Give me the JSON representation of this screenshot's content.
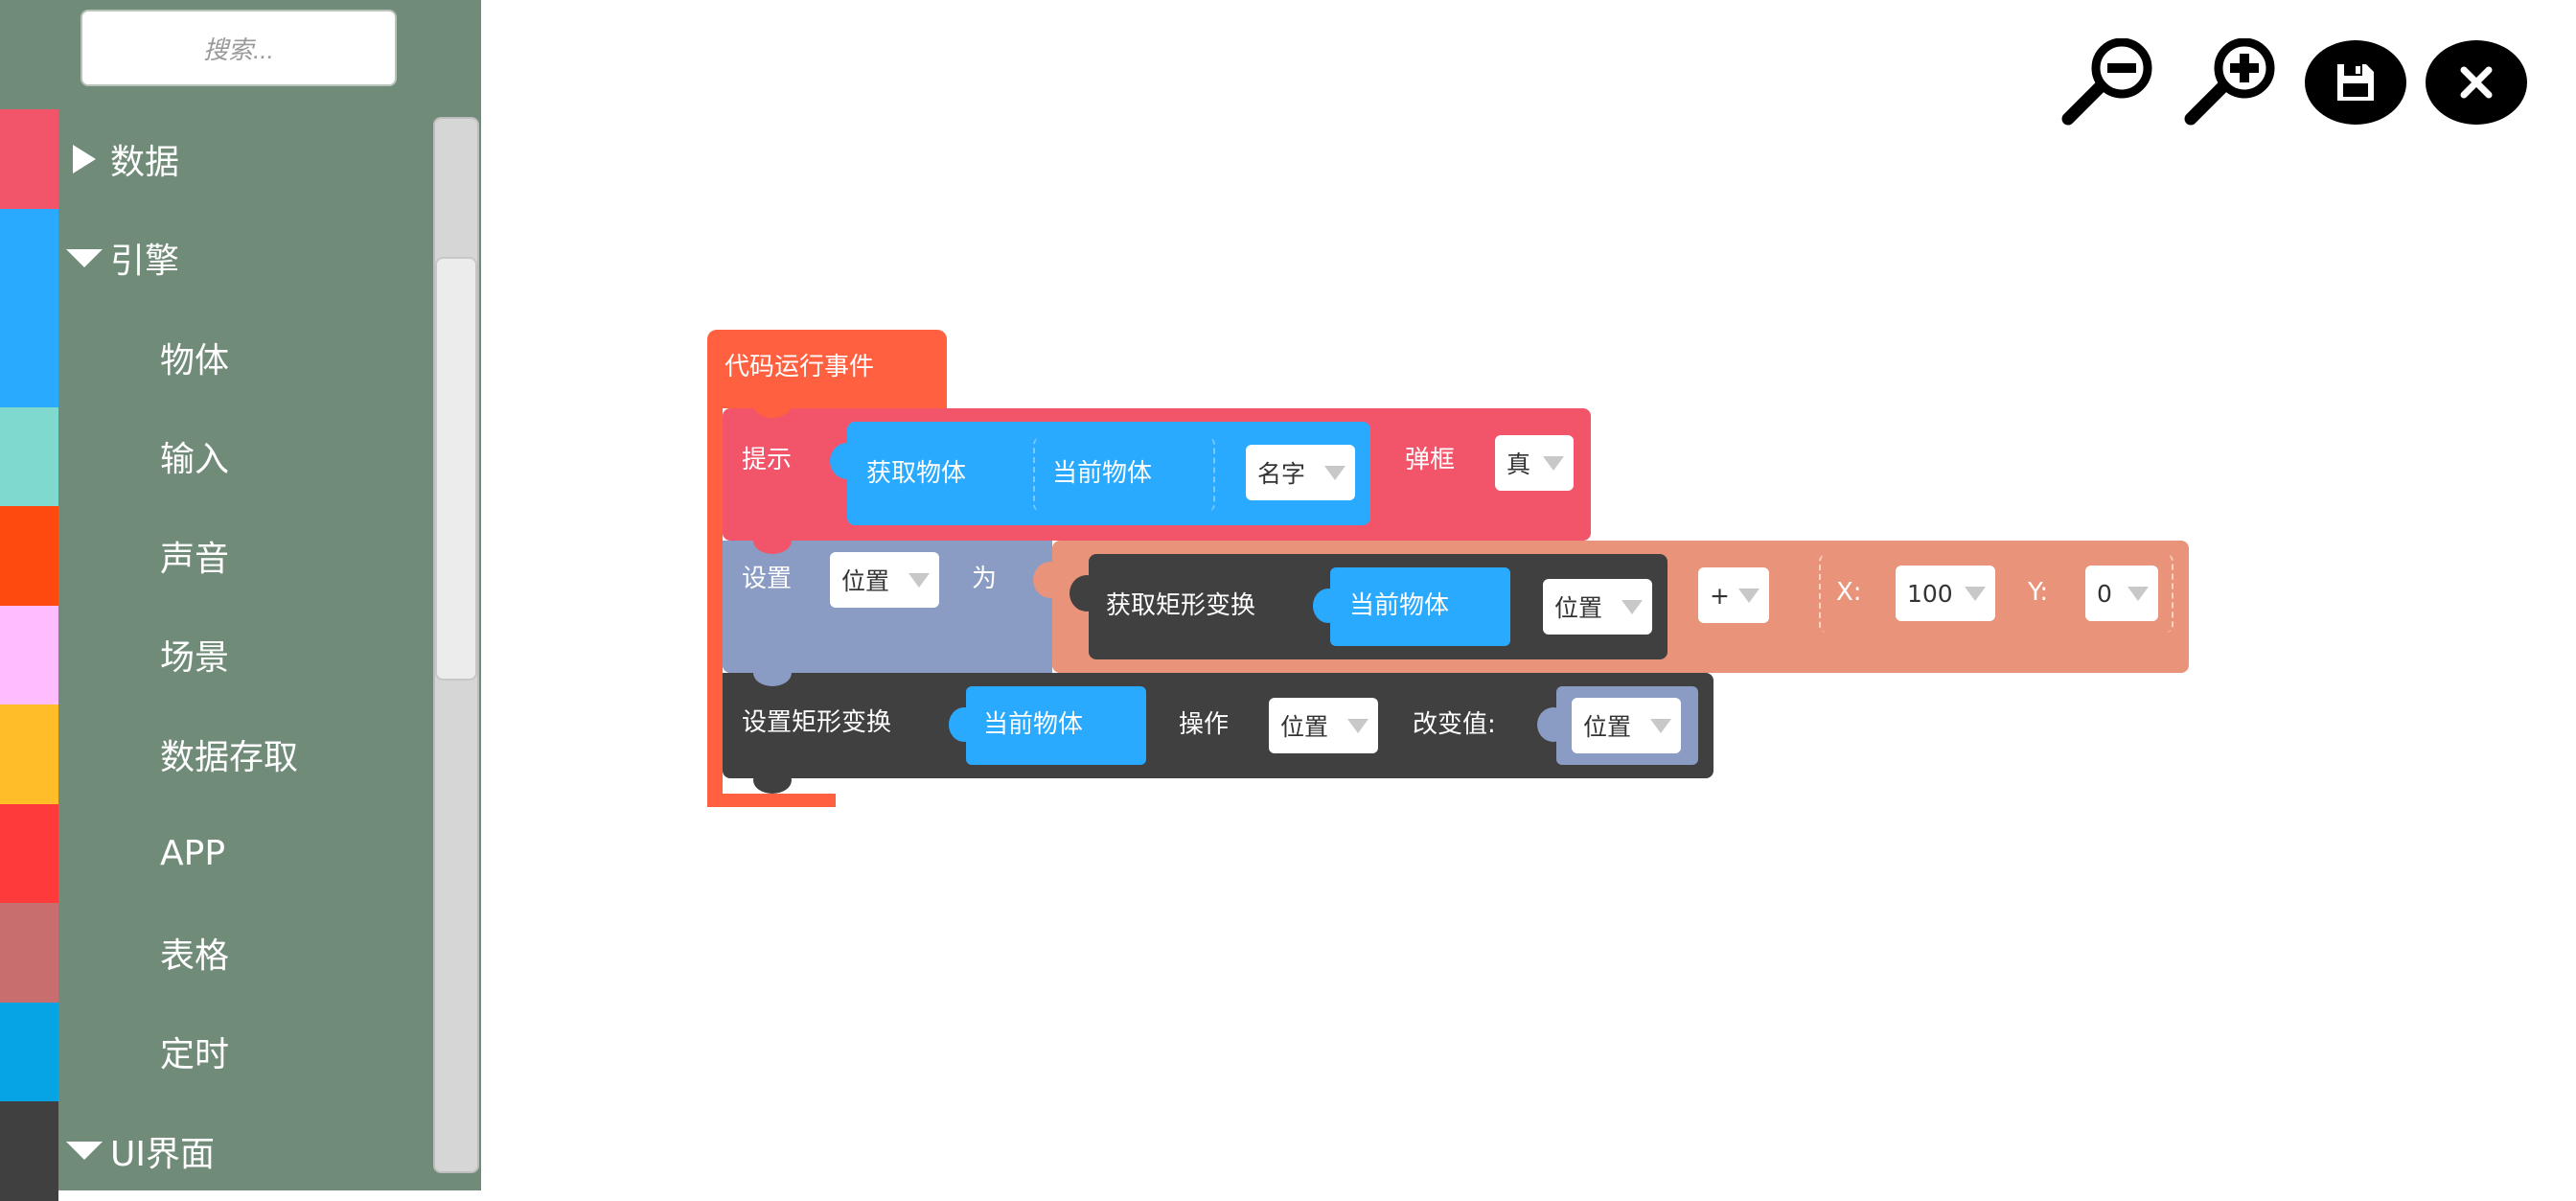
{
  "colors": {
    "sidebar_bg": "#718b79",
    "event_block": "#ff6140",
    "hint_block": "#f2546a",
    "set_block": "#8a9bc4",
    "op_block": "#e9947a",
    "dark_block": "#404040",
    "object_block": "#29aaff"
  },
  "search": {
    "placeholder": "搜索..."
  },
  "sidebar": {
    "categories": [
      {
        "label": "数据",
        "state": "collapsed",
        "color": "#f2546a"
      },
      {
        "label": "引擎",
        "state": "expanded",
        "color": "#29aaff"
      },
      {
        "label": "物体",
        "color": "#29aaff"
      },
      {
        "label": "输入",
        "color": "#7fd9cf"
      },
      {
        "label": "声音",
        "color": "#ff4a0f"
      },
      {
        "label": "场景",
        "color": "#ffbcff"
      },
      {
        "label": "数据存取",
        "color": "#ffbe27"
      },
      {
        "label": "APP",
        "color": "#ff3a3a"
      },
      {
        "label": "表格",
        "color": "#c86e6e"
      },
      {
        "label": "定时",
        "color": "#06a4e4"
      },
      {
        "label": "UI界面",
        "state": "expanded",
        "color": "#404040"
      }
    ]
  },
  "toolbar": {
    "zoom_out": "zoom-out-icon",
    "zoom_in": "zoom-in-icon",
    "save": "save-icon",
    "close": "close-icon"
  },
  "blocks": {
    "event": {
      "label": "代码运行事件"
    },
    "hint": {
      "label": "提示",
      "get_object": "获取物体",
      "current_object": "当前物体",
      "field": "名字",
      "popup_label": "弹框",
      "popup_value": "真"
    },
    "set": {
      "label": "设置",
      "var": "位置",
      "to": "为",
      "get_rect": "获取矩形变换",
      "current_object": "当前物体",
      "rect_prop": "位置",
      "operator": "+",
      "x_label": "X:",
      "x_value": "100",
      "y_label": "Y:",
      "y_value": "0"
    },
    "set_rect": {
      "label": "设置矩形变换",
      "current_object": "当前物体",
      "op_label": "操作",
      "op_value": "位置",
      "change_label": "改变值:",
      "change_value": "位置"
    }
  }
}
